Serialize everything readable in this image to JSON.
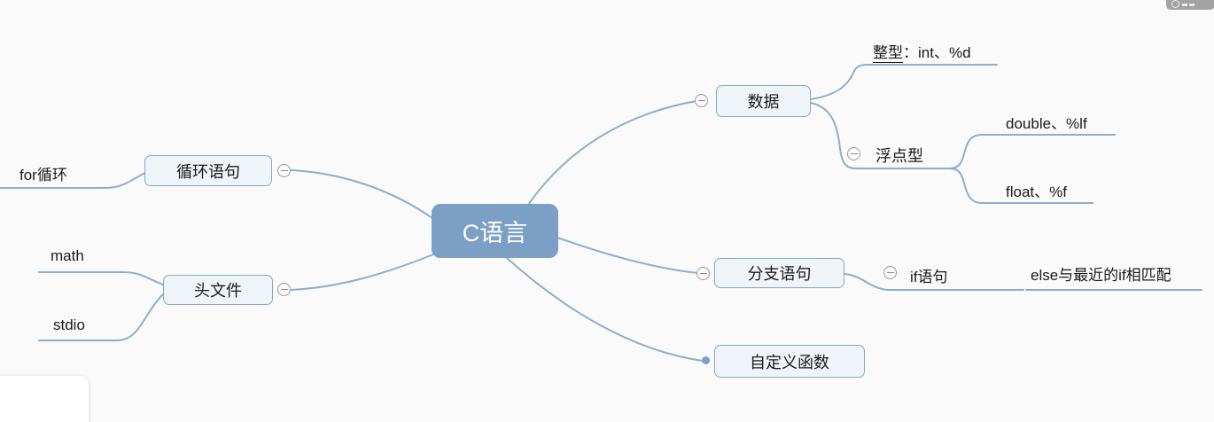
{
  "app": {
    "corner_badge": {
      "icon": "circle-icon"
    }
  },
  "colors": {
    "root_fill": "#7c9fc5",
    "root_text": "#ffffff",
    "node_fill": "#eff4f9",
    "node_border": "#86a8c8",
    "edge": "#8caece",
    "expander_border": "#999999",
    "canvas_bg": "#fafafa",
    "text": "#1a1a1a"
  },
  "mindmap": {
    "root": {
      "label": "C语言"
    },
    "nodes": {
      "data": {
        "label": "数据"
      },
      "int": {
        "label_underlined": "整型",
        "label_rest": "：int、%d"
      },
      "float_group": {
        "label": "浮点型"
      },
      "double": {
        "label": "double、%lf"
      },
      "float": {
        "label": "float、%f"
      },
      "branch": {
        "label": "分支语句"
      },
      "if": {
        "label": "if语句"
      },
      "else": {
        "label": "else与最近的if相匹配"
      },
      "custom_fn": {
        "label": "自定义函数"
      },
      "loop": {
        "label": "循环语句"
      },
      "for": {
        "label": "for循环"
      },
      "header": {
        "label": "头文件"
      },
      "math": {
        "label": "math"
      },
      "stdio": {
        "label": "stdio"
      }
    }
  }
}
